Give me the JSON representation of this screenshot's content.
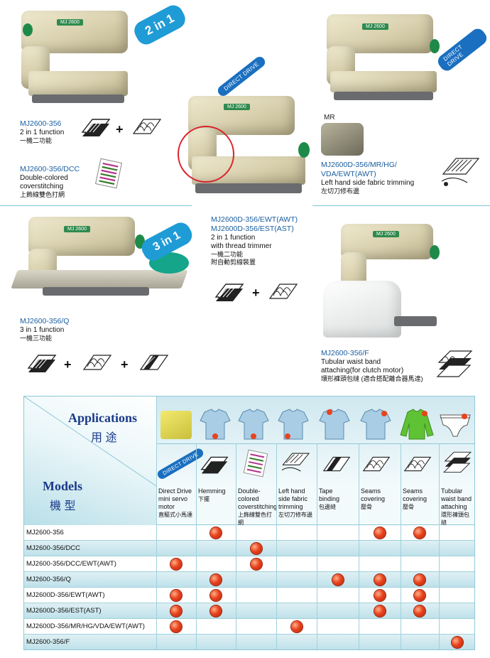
{
  "sections": {
    "s1": {
      "model": "MJ2600-356",
      "desc": "2 in 1 function",
      "desc_zh": "一機二功能",
      "badge": "2 in 1"
    },
    "s2": {
      "model": "MJ2600-356/DCC",
      "desc1": "Double-colored",
      "desc2": "coverstitching",
      "desc_zh": "上飾線雙色打網"
    },
    "s3": {
      "badge": "DIRECT DRIVE",
      "model1": "MJ2600D-356/EWT(AWT)",
      "model2": "MJ2600D-356/EST(AST)",
      "desc1": "2 in 1 function",
      "desc2": "with thread trimmer",
      "desc_zh1": "一機二功能",
      "desc_zh2": "附自動剪線裝置"
    },
    "s4": {
      "badge": "DIRECT DRIVE",
      "inset": "MR",
      "model1": "MJ2600D-356/MR/HG/",
      "model2": "VDA/EWT(AWT)",
      "desc": "Left hand side fabric trimming",
      "desc_zh": "左切刀修布邊"
    },
    "s5": {
      "badge": "3 in 1",
      "model": "MJ2600-356/Q",
      "desc": "3 in 1 function",
      "desc_zh": "一機三功能"
    },
    "s6": {
      "model": "MJ2600-356/F",
      "desc1": "Tubular waist band",
      "desc2": "attaching(for clutch motor)",
      "desc_zh": "環形褲頭包縫 (適合搭配離合器馬達)"
    }
  },
  "machine_label": "MJ 2600",
  "plus": "+",
  "table": {
    "applications_en": "Applications",
    "applications_zh": "用  途",
    "models_en": "Models",
    "models_zh": "機  型",
    "direct_drive_badge": "DIRECT DRIVE",
    "columns": [
      {
        "l1": "Direct Drive",
        "l2": "mini servo",
        "l3": "motor",
        "zh": "直驅式小馬達"
      },
      {
        "l1": "Hemming",
        "l2": "",
        "l3": "",
        "zh": "下擺"
      },
      {
        "l1": "Double-",
        "l2": "colored",
        "l3": "coverstitching",
        "zh": "上飾線雙色打網"
      },
      {
        "l1": "Left hand",
        "l2": "side fabric",
        "l3": "trimming",
        "zh": "左切刀修布邊"
      },
      {
        "l1": "Tape",
        "l2": "binding",
        "l3": "",
        "zh": "包邊縫"
      },
      {
        "l1": "Seams",
        "l2": "covering",
        "l3": "",
        "zh": "壓骨"
      },
      {
        "l1": "Seams",
        "l2": "covering",
        "l3": "",
        "zh": "壓骨"
      },
      {
        "l1": "Tubular",
        "l2": "waist band",
        "l3": "attaching",
        "zh": "環形褲頭包縫"
      }
    ],
    "rows": [
      {
        "name": "MJ2600-356",
        "marks": [
          0,
          1,
          0,
          0,
          0,
          1,
          1,
          0
        ]
      },
      {
        "name": "MJ2600-356/DCC",
        "marks": [
          0,
          0,
          1,
          0,
          0,
          0,
          0,
          0
        ]
      },
      {
        "name": "MJ2600-356/DCC/EWT(AWT)",
        "marks": [
          1,
          0,
          1,
          0,
          0,
          0,
          0,
          0
        ]
      },
      {
        "name": "MJ2600-356/Q",
        "marks": [
          0,
          1,
          0,
          0,
          1,
          1,
          1,
          0
        ]
      },
      {
        "name": "MJ2600D-356/EWT(AWT)",
        "marks": [
          1,
          1,
          0,
          0,
          0,
          1,
          1,
          0
        ]
      },
      {
        "name": "MJ2600D-356/EST(AST)",
        "marks": [
          1,
          1,
          0,
          0,
          0,
          1,
          1,
          0
        ]
      },
      {
        "name": "MJ2600D-356/MR/HG/VDA/EWT(AWT)",
        "marks": [
          1,
          0,
          0,
          1,
          0,
          0,
          0,
          0
        ]
      },
      {
        "name": "MJ2600-356/F",
        "marks": [
          0,
          0,
          0,
          0,
          0,
          0,
          0,
          1
        ]
      }
    ]
  },
  "colors": {
    "accent": "#1a6fc0",
    "title": "#1a3a8a",
    "dot": "#e8431d",
    "table_border": "#8ec9d6"
  }
}
